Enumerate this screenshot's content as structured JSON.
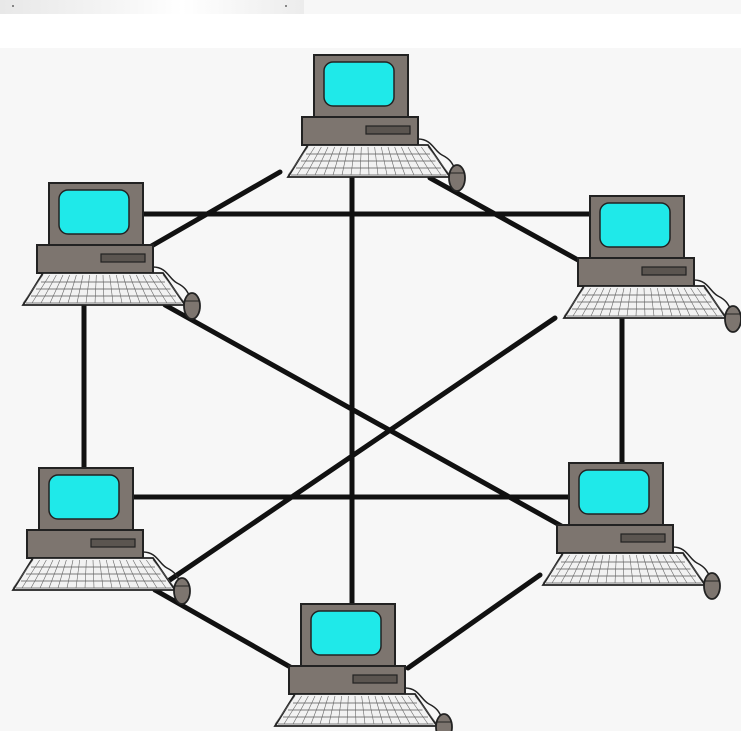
{
  "diagram": {
    "type": "mesh network topology",
    "node_icon": "desktop-computer-icon",
    "colors": {
      "background": "#f7f7f7",
      "link": "#111111",
      "case": "#7d756f",
      "case_dark": "#5b5550",
      "screen": "#1fe9e9",
      "keyboard": "#f2f2f2",
      "outline": "#222222"
    },
    "nodes": [
      {
        "id": "pc-top"
      },
      {
        "id": "pc-upper-left"
      },
      {
        "id": "pc-upper-right"
      },
      {
        "id": "pc-lower-left"
      },
      {
        "id": "pc-lower-right"
      },
      {
        "id": "pc-bottom"
      }
    ],
    "links": [
      [
        "pc-top",
        "pc-upper-left"
      ],
      [
        "pc-top",
        "pc-upper-right"
      ],
      [
        "pc-top",
        "pc-bottom"
      ],
      [
        "pc-upper-left",
        "pc-upper-right"
      ],
      [
        "pc-upper-left",
        "pc-lower-left"
      ],
      [
        "pc-upper-left",
        "pc-lower-right"
      ],
      [
        "pc-upper-right",
        "pc-lower-right"
      ],
      [
        "pc-upper-right",
        "pc-lower-left"
      ],
      [
        "pc-lower-left",
        "pc-lower-right"
      ],
      [
        "pc-lower-left",
        "pc-bottom"
      ],
      [
        "pc-lower-right",
        "pc-bottom"
      ]
    ]
  }
}
